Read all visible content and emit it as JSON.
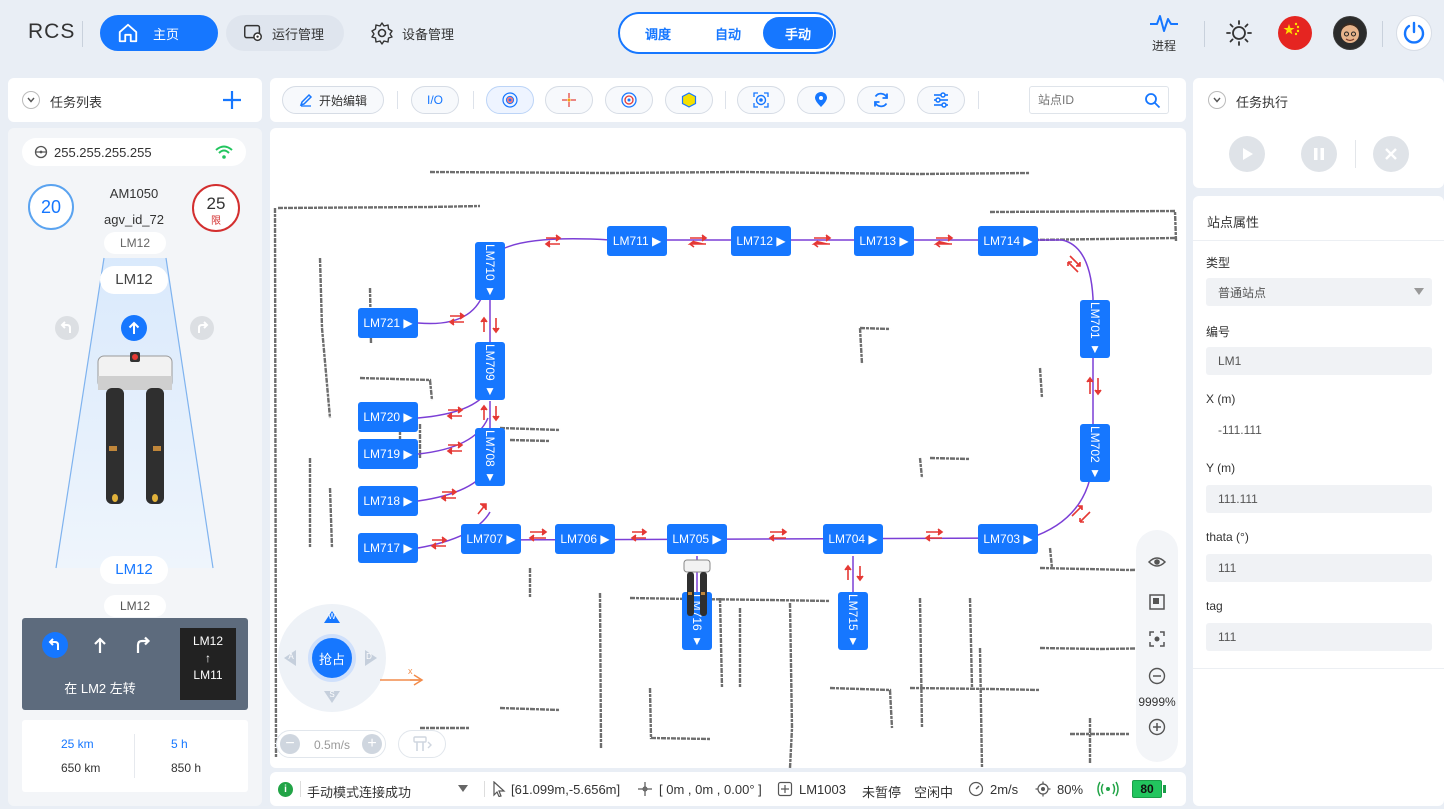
{
  "app": {
    "title": "RCS"
  },
  "nav": {
    "home": "主页",
    "ops": "运行管理",
    "devices": "设备管理"
  },
  "modes": {
    "dispatch": "调度",
    "auto": "自动",
    "manual": "手动"
  },
  "header": {
    "progress": "进程"
  },
  "left": {
    "task_list": "任务列表",
    "ip": "255.255.255.255",
    "speed": "20",
    "model": "AM1050",
    "agv_id": "agv_id_72",
    "limit": "25",
    "limit_unit": "限",
    "stations_top": [
      "LM12",
      "LM12"
    ],
    "stations_bottom": [
      "LM12",
      "LM12"
    ],
    "turn_text": "在 LM2 左转",
    "route_from": "LM12",
    "route_arrow": "↑",
    "route_to": "LM11",
    "stats": {
      "dist_today": "25 km",
      "time_today": "5 h",
      "dist_total": "650 km",
      "time_total": "850 h"
    }
  },
  "toolbar": {
    "edit": "开始编辑",
    "io": "I/O",
    "search_placeholder": "站点ID"
  },
  "map": {
    "stations": [
      "LM711",
      "LM712",
      "LM713",
      "LM714",
      "LM710",
      "LM721",
      "LM709",
      "LM720",
      "LM719",
      "LM708",
      "LM718",
      "LM717",
      "LM707",
      "LM706",
      "LM705",
      "LM704",
      "LM703",
      "LM701",
      "LM702",
      "LM716",
      "LM715"
    ],
    "joystick": {
      "center": "抢占",
      "up": "W",
      "down": "S",
      "left": "A",
      "right": "D"
    },
    "speed": "0.5m/s",
    "zoom": "9999%",
    "axis_x": "x"
  },
  "status": {
    "message": "手动模式连接成功",
    "position": "[61.099m,-5.656m]",
    "pose": "[ 0m , 0m , 0.00° ]",
    "station": "LM1003",
    "pause": "未暂停",
    "state": "空闲中",
    "speed": "2m/s",
    "load": "80%",
    "battery": "80"
  },
  "right": {
    "task_exec": "任务执行",
    "props_title": "站点属性",
    "type_label": "类型",
    "type_value": "普通站点",
    "id_label": "编号",
    "id_value": "LM1",
    "x_label": "X (m)",
    "x_value": "-111.111",
    "y_label": "Y (m)",
    "y_value": "111.111",
    "theta_label": "thata (°)",
    "theta_value": "111",
    "tag_label": "tag",
    "tag_value": "111"
  },
  "colors": {
    "accent": "#1677ff",
    "arrow": "#e53935",
    "path": "#7b3fd6",
    "success": "#22c55e"
  }
}
